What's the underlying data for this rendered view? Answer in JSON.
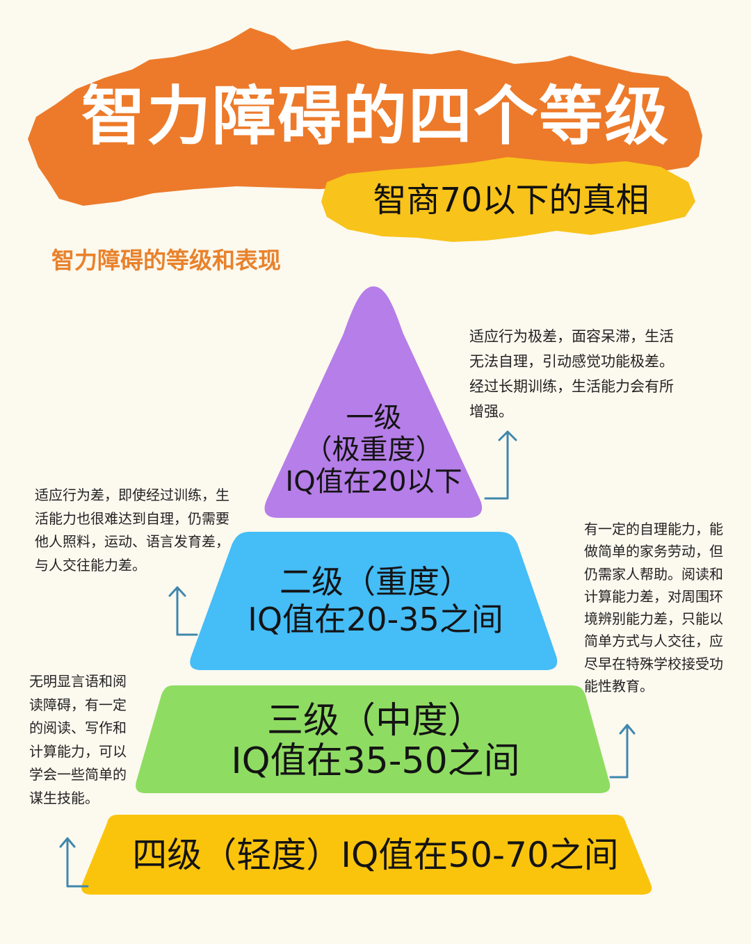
{
  "header": {
    "title": "智力障碍的四个等级",
    "subtitle": "智商70以下的真相",
    "section_heading": "智力障碍的等级和表现"
  },
  "colors": {
    "background": "#fcf9ef",
    "title_brush": "#ec7a2a",
    "subtitle_brush": "#f8c31a",
    "heading": "#e8822c",
    "arrow": "#3f87ad",
    "tier1": "#b67ee8",
    "tier2": "#45bdf7",
    "tier3": "#8fdc63",
    "tier4": "#fbc40c"
  },
  "tiers": [
    {
      "level": "一级",
      "severity": "（极重度）",
      "iq_range": "IQ值在20以下",
      "description": "适应行为极差，面容呆滞，生活无法自理，引动感觉功能极差。经过长期训练，生活能力会有所增强。"
    },
    {
      "level": "二级（重度）",
      "iq_range": "IQ值在20-35之间",
      "description": "适应行为差，即使经过训练，生活能力也很难达到自理，仍需要他人照料，运动、语言发育差，与人交往能力差。"
    },
    {
      "level": "三级（中度）",
      "iq_range": "IQ值在35-50之间",
      "description": "有一定的自理能力，能做简单的家务劳动，但仍需家人帮助。阅读和计算能力差，对周围环境辨别能力差，只能以简单方式与人交往，应尽早在特殊学校接受功能性教育。"
    },
    {
      "level": "四级（轻度）",
      "iq_range": "IQ值在50-70之间",
      "full_label": "四级（轻度）IQ值在50-70之间",
      "description": "无明显言语和阅读障碍，有一定的阅读、写作和计算能力，可以学会一些简单的谋生技能。"
    }
  ]
}
